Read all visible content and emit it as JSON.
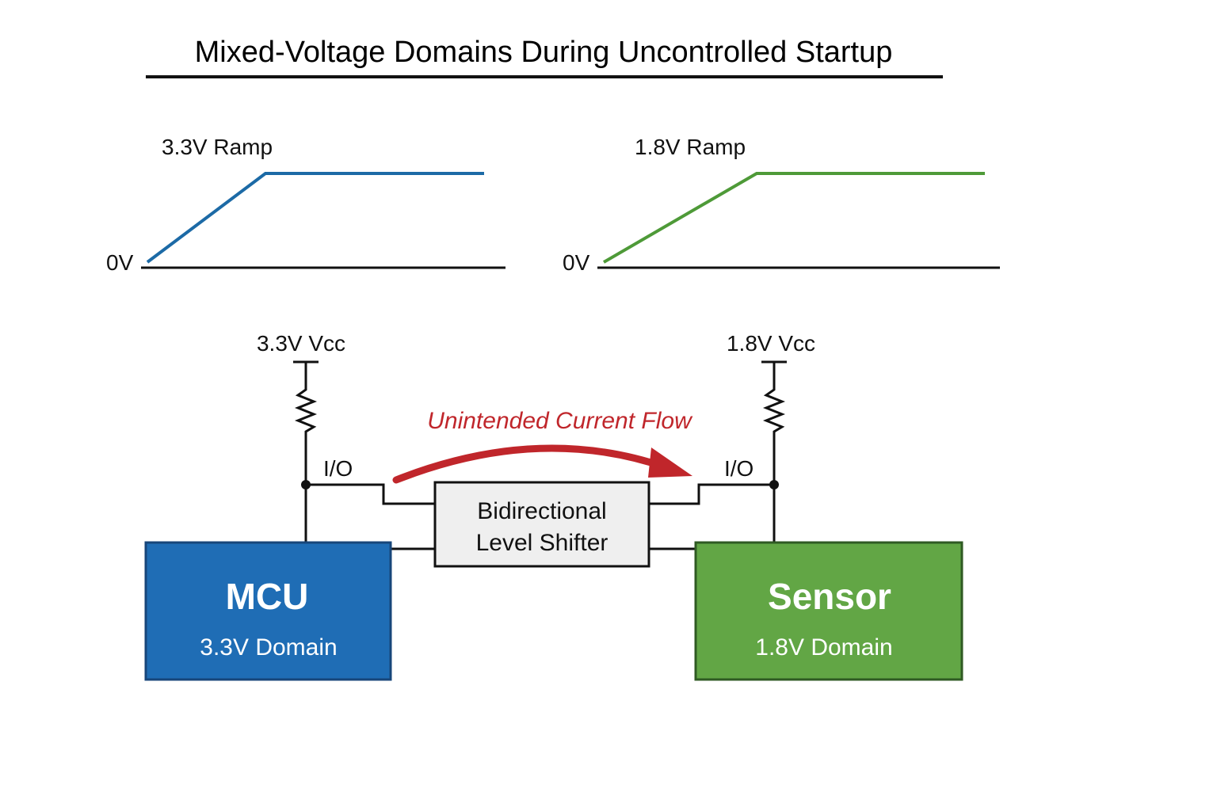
{
  "title": "Mixed-Voltage Domains During Uncontrolled Startup",
  "ramps": [
    {
      "label": "3.3V Ramp",
      "zero_label": "0V",
      "color": "#1c6aa6"
    },
    {
      "label": "1.8V Ramp",
      "zero_label": "0V",
      "color": "#4e9a38"
    }
  ],
  "supplies": [
    {
      "label": "3.3V Vcc"
    },
    {
      "label": "1.8V Vcc"
    }
  ],
  "io_labels": [
    "I/O",
    "I/O"
  ],
  "flow": {
    "label": "Unintended Current Flow",
    "color": "#c0262b"
  },
  "level_shifter": {
    "line1": "Bidirectional",
    "line2": "Level Shifter",
    "fill": "#efefef"
  },
  "blocks": [
    {
      "title": "MCU",
      "subtitle": "3.3V Domain",
      "fill": "#1f6db5",
      "border": "#17467a"
    },
    {
      "title": "Sensor",
      "subtitle": "1.8V Domain",
      "fill": "#62a645",
      "border": "#2f5a23"
    }
  ]
}
